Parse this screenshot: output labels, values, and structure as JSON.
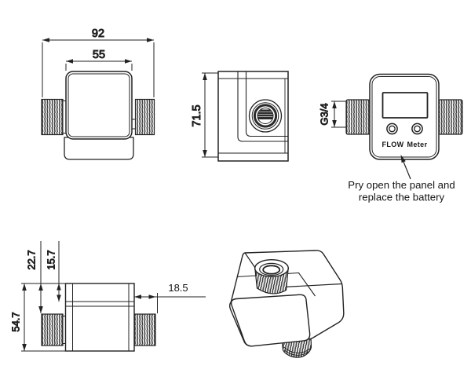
{
  "views": {
    "front": {
      "dim_overall_width": "92",
      "dim_body_width": "55"
    },
    "side": {
      "dim_height": "71.5"
    },
    "display": {
      "thread_size": "G3/4",
      "flow_label": "FLOW",
      "meter_label": "Meter",
      "note_line1": "Pry open the panel and",
      "note_line2": "replace the battery"
    },
    "top": {
      "dim_overall_height": "54.7",
      "dim_top_to_thread": "22.7",
      "dim_top_to_step": "15.7",
      "dim_thread_length": "18.5"
    }
  },
  "colors": {
    "line": "#222222",
    "background": "#ffffff"
  }
}
